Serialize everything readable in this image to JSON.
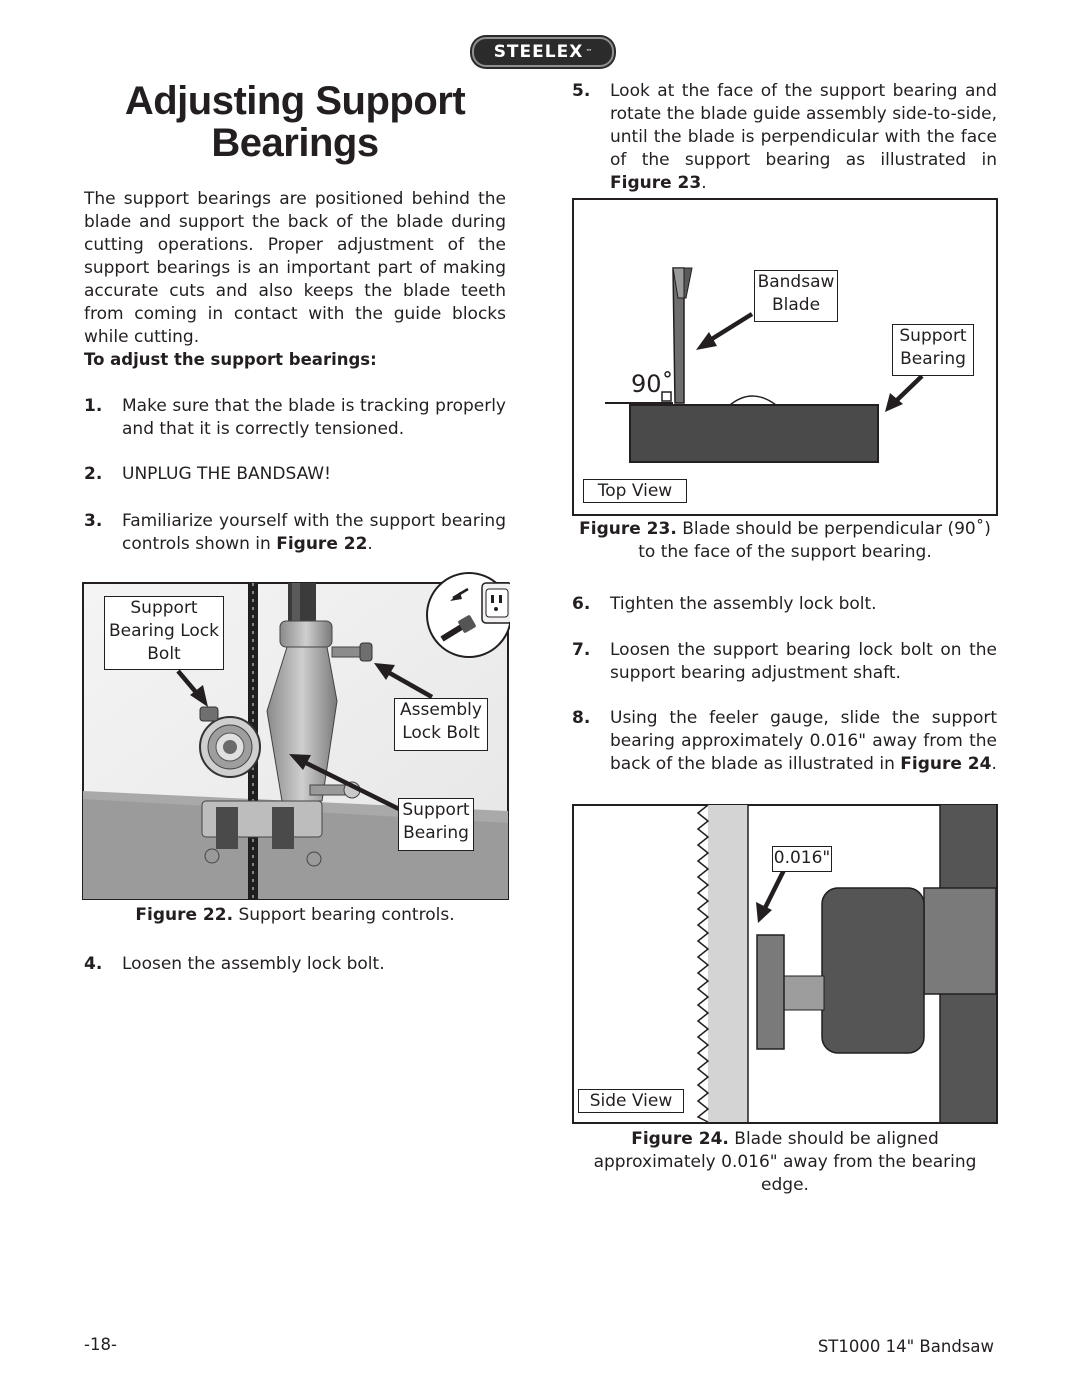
{
  "header": {
    "logo_text": "STEELEX",
    "logo_tm": "™"
  },
  "title": {
    "line1": "Adjusting Support",
    "line2": "Bearings"
  },
  "intro": "The support bearings are positioned behind the blade and support the back of the blade during cutting operations. Proper adjustment of the support bearings is an important part of making accurate cuts and also keeps the blade teeth from coming in contact with the guide blocks while cutting.",
  "subheading": "To adjust the support bearings:",
  "steps": [
    {
      "num": "1.",
      "text": "Make sure that the blade is tracking properly and that it is correctly tensioned."
    },
    {
      "num": "2.",
      "text": "UNPLUG THE BANDSAW!"
    },
    {
      "num": "3.",
      "text_pre": "Familiarize yourself with the support bearing controls shown in ",
      "ref": "Figure 22",
      "text_post": "."
    },
    {
      "num": "4.",
      "text": "Loosen the assembly lock bolt."
    },
    {
      "num": "5.",
      "text_pre": "Look at the face of the support bearing and rotate the blade guide assembly side-to-side, until the blade is perpendicular with the face of the support bearing as illustrated in ",
      "ref": "Figure 23",
      "text_post": "."
    },
    {
      "num": "6.",
      "text": "Tighten the assembly lock bolt."
    },
    {
      "num": "7.",
      "text": "Loosen the support bearing lock bolt on the support bearing adjustment shaft."
    },
    {
      "num": "8.",
      "text_pre": "Using the feeler gauge, slide the support bearing approximately 0.016\" away from the back of the blade as illustrated in ",
      "ref": "Figure 24",
      "text_post": "."
    }
  ],
  "figure22": {
    "caption_label": "Figure 22.",
    "caption_text": " Support bearing controls.",
    "callouts": {
      "support_bearing_lock_bolt": [
        "Support",
        "Bearing Lock",
        "Bolt"
      ],
      "assembly_lock_bolt": [
        "Assembly",
        "Lock Bolt"
      ],
      "support_bearing": [
        "Support",
        "Bearing"
      ]
    }
  },
  "figure23": {
    "caption_label": "Figure 23.",
    "caption_text": " Blade should be perpendicular (90˚) to the face of the support bearing.",
    "angle_label": "90˚",
    "callouts": {
      "bandsaw_blade": [
        "Bandsaw",
        "Blade"
      ],
      "support_bearing": [
        "Support",
        "Bearing"
      ]
    },
    "view_label": "Top View"
  },
  "figure24": {
    "caption_label": "Figure 24.",
    "caption_text": " Blade should be aligned approximately 0.016\" away from the bearing edge.",
    "gap_label": "0.016\"",
    "view_label": "Side View"
  },
  "footer": {
    "page": "-18-",
    "doc": "ST1000 14\" Bandsaw"
  }
}
